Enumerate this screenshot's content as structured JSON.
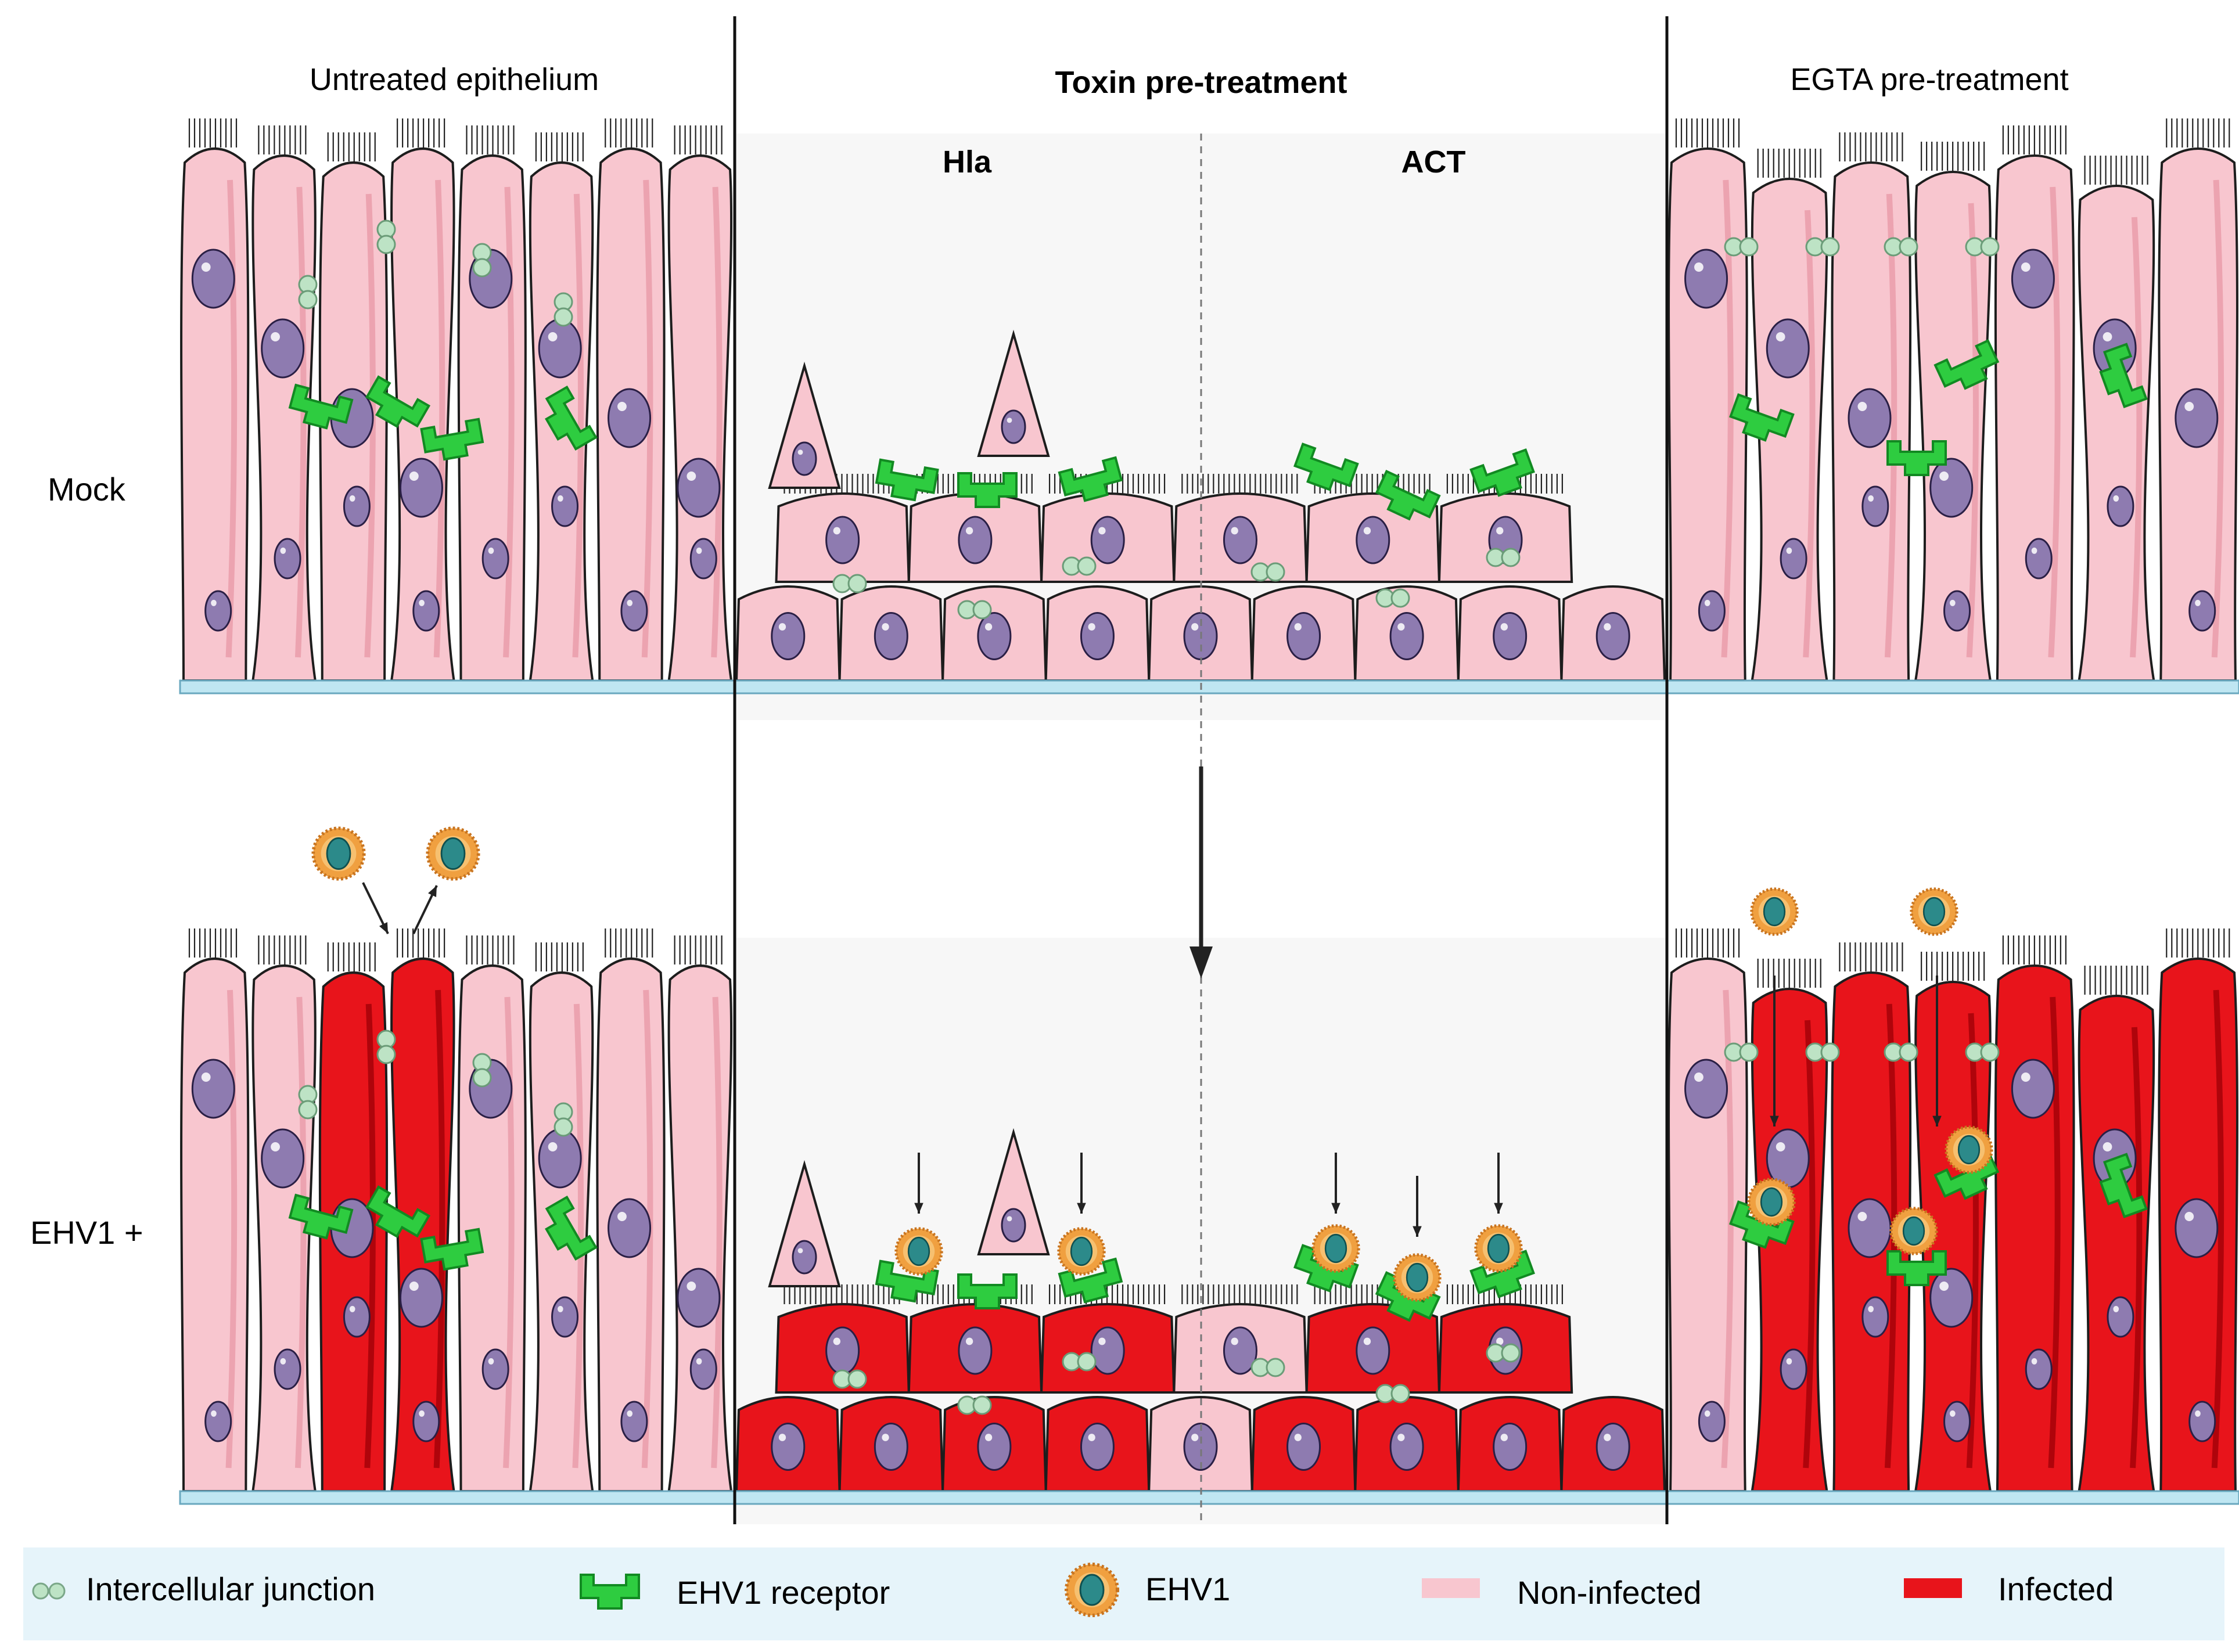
{
  "columns": {
    "untreated": "Untreated epithelium",
    "toxin": "Toxin pre-treatment",
    "hla": "Hla",
    "act": "ACT",
    "egta": "EGTA pre-treatment"
  },
  "rows": {
    "mock": "Mock",
    "ehv1": "EHV1 +"
  },
  "legend": {
    "junction": "Intercellular junction",
    "receptor": "EHV1 receptor",
    "virus": "EHV1",
    "noninfected": "Non-infected",
    "infected": "Infected"
  },
  "colors": {
    "noninfected": "#f8c6cf",
    "infected": "#e8141b",
    "nucleus": "#8e7bb0",
    "receptor": "#2ecc40",
    "junction": "#bde3c5",
    "virus_shell": "#f0a040",
    "virus_core": "#2c8a8a",
    "basement": "#bfe6f2",
    "legend_bg": "#e6f4fa"
  }
}
